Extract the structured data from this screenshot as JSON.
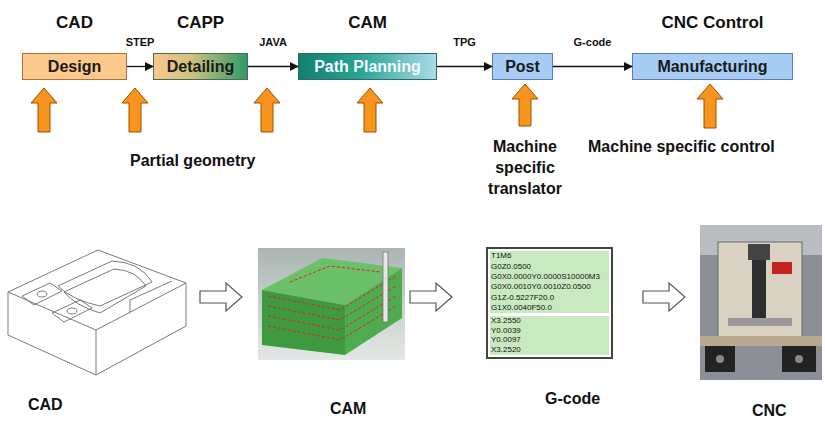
{
  "diagram": {
    "nodes": [
      {
        "text": [
          "CAD",
          "Design"
        ]
      },
      {
        "text": [
          "CAPP",
          "Detailing"
        ]
      },
      {
        "text": [
          "CAM",
          "Path Planning"
        ]
      },
      {
        "text": [
          "Post"
        ]
      },
      {
        "text": [
          "CNC Control",
          "Manufacturing"
        ]
      }
    ],
    "edges": [
      {
        "from": 0,
        "to": 1,
        "label": "STEP",
        "arrow": "to"
      },
      {
        "from": 1,
        "to": 2,
        "label": "JAVA",
        "arrow": "to"
      },
      {
        "from": 2,
        "to": 3,
        "label": "TPG",
        "arrow": "to"
      },
      {
        "from": 3,
        "to": 4,
        "label": "G-code",
        "arrow": "to"
      }
    ],
    "labels": [
      "Partial geometry",
      "Machine specific translator",
      "Machine specific control",
      "T1M6",
      "G0Z0.0500",
      "G0X0.0000Y0.0000S10000M3",
      "G0X0.0010Y0.0010Z0.0500",
      "G1Z-0.5227F20.0",
      "G1X0.0040F50.0",
      "X3.2550",
      "Y0.0039",
      "Y0.0097",
      "X3.2520",
      "CAD",
      "CAM",
      "G-code",
      "CNC"
    ]
  }
}
